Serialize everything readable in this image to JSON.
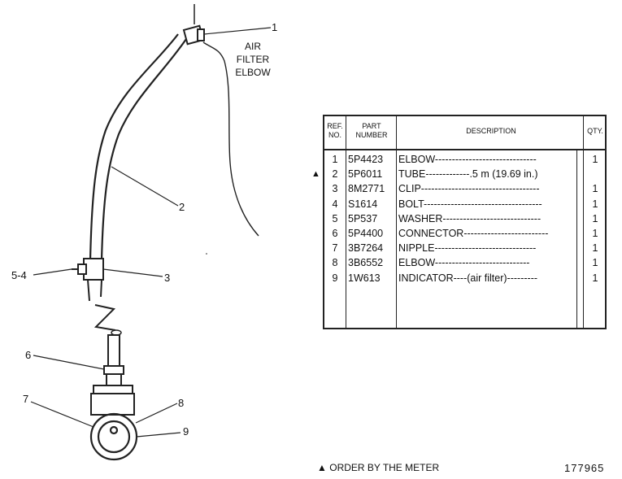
{
  "drawing": {
    "label_lines": [
      "AIR",
      "FILTER",
      "ELBOW"
    ],
    "callouts": [
      "1",
      "2",
      "3",
      "5-4",
      "6",
      "7",
      "8",
      "9"
    ]
  },
  "table": {
    "headers": {
      "ref_no": "REF. NO.",
      "part_number": "PART NUMBER",
      "description": "DESCRIPTION",
      "qty": "QTY."
    },
    "rows": [
      {
        "ref": "1",
        "part": "5P4423",
        "desc": "ELBOW------------------------------",
        "qty": "1",
        "marker": ""
      },
      {
        "ref": "2",
        "part": "5P6011",
        "desc": "TUBE-------------.5 m (19.69 in.)",
        "qty": "",
        "marker": "▲"
      },
      {
        "ref": "3",
        "part": "8M2771",
        "desc": "CLIP-----------------------------------",
        "qty": "1",
        "marker": ""
      },
      {
        "ref": "4",
        "part": "S1614",
        "desc": "BOLT-----------------------------------",
        "qty": "1",
        "marker": ""
      },
      {
        "ref": "5",
        "part": "5P537",
        "desc": "WASHER-----------------------------",
        "qty": "1",
        "marker": ""
      },
      {
        "ref": "6",
        "part": "5P4400",
        "desc": "CONNECTOR-------------------------",
        "qty": "1",
        "marker": ""
      },
      {
        "ref": "7",
        "part": "3B7264",
        "desc": "NIPPLE------------------------------",
        "qty": "1",
        "marker": ""
      },
      {
        "ref": "8",
        "part": "3B6552",
        "desc": "ELBOW----------------------------",
        "qty": "1",
        "marker": ""
      },
      {
        "ref": "9",
        "part": "1W613",
        "desc": "INDICATOR----(air filter)---------",
        "qty": "1",
        "marker": ""
      }
    ]
  },
  "footnote": {
    "marker": "▲",
    "text": "ORDER BY THE METER"
  },
  "illustration_number": "177965"
}
